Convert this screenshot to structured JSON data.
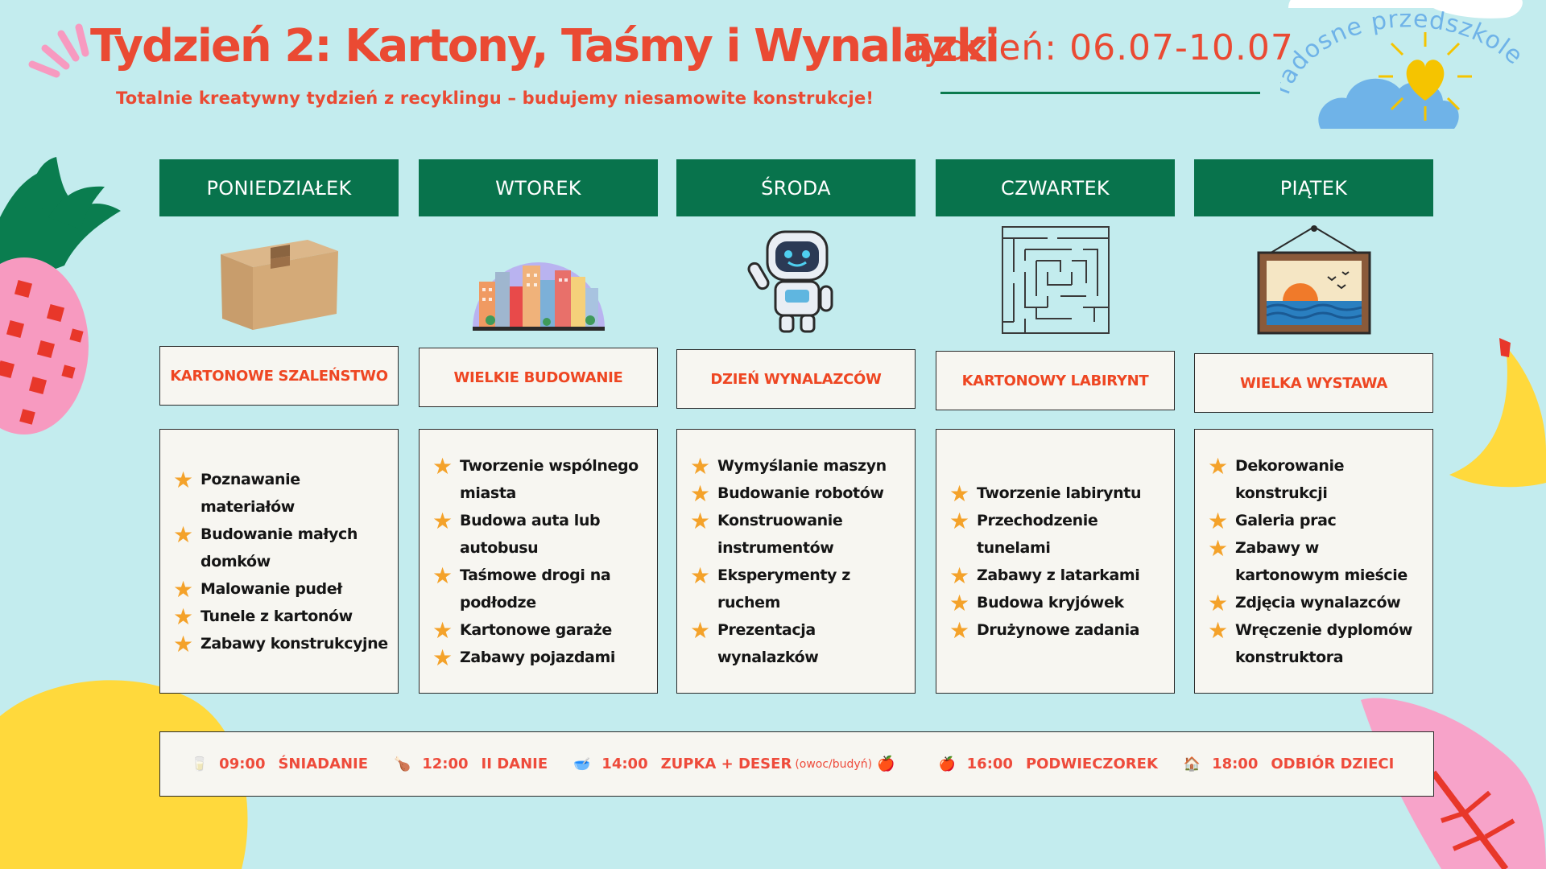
{
  "header": {
    "title": "Tydzień 2:  Kartony, Taśmy i Wynalazki",
    "subtitle": "Totalnie kreatywny tydzień z recyklingu – budujemy niesamowite konstrukcje!",
    "week_range": "Tydzień: 06.07-10.07",
    "brand": "radosne przedszkole"
  },
  "colors": {
    "background": "#c3ecee",
    "header_green": "#08734c",
    "accent_red": "#ea4a33",
    "star": "#f4a22a"
  },
  "days": [
    {
      "name": "PONIEDZIAŁEK",
      "illustration": "cardboard-box-icon",
      "theme": "KARTONOWE SZALEŃSTWO",
      "activities": [
        "Poznawanie materiałów",
        "Budowanie małych domków",
        "Malowanie pudeł",
        "Tunele z kartonów",
        "Zabawy konstrukcyjne"
      ]
    },
    {
      "name": "WTOREK",
      "illustration": "city-icon",
      "theme": "WIELKIE BUDOWANIE",
      "activities": [
        "Tworzenie wspólnego miasta",
        "Budowa auta lub autobusu",
        "Taśmowe drogi na podłodze",
        "Kartonowe garaże",
        "Zabawy pojazdami"
      ]
    },
    {
      "name": "ŚRODA",
      "illustration": "robot-icon",
      "theme": "DZIEŃ WYNALAZCÓW",
      "activities": [
        "Wymyślanie maszyn",
        "Budowanie robotów",
        "Konstruowanie instrumentów",
        "Eksperymenty z ruchem",
        "Prezentacja wynalazków"
      ]
    },
    {
      "name": "CZWARTEK",
      "illustration": "maze-icon",
      "theme": "KARTONOWY LABIRYNT",
      "activities": [
        "Tworzenie labiryntu",
        "Przechodzenie tunelami",
        "Zabawy z latarkami",
        "Budowa kryjówek",
        "Drużynowe zadania"
      ]
    },
    {
      "name": "PIĄTEK",
      "illustration": "framed-picture-icon",
      "theme": "WIELKA WYSTAWA",
      "activities": [
        "Dekorowanie konstrukcji",
        "Galeria prac",
        "Zabawy w kartonowym mieście",
        "Zdjęcia wynalazców",
        "Wręczenie dyplomów konstruktora"
      ]
    }
  ],
  "schedule": [
    {
      "icon": "glass-icon",
      "glyph": "🥛",
      "time": "09:00",
      "label": "ŚNIADANIE",
      "note": "",
      "trail": ""
    },
    {
      "icon": "drumstick-icon",
      "glyph": "🍗",
      "time": "12:00",
      "label": "II DANIE",
      "note": "",
      "trail": ""
    },
    {
      "icon": "soup-bowl-icon",
      "glyph": "🥣",
      "time": "14:00",
      "label": "ZUPKA + DESER",
      "note": "(owoc/budyń)",
      "trail": "🍎"
    },
    {
      "icon": "apple-icon",
      "glyph": "🍎",
      "time": "16:00",
      "label": "PODWIECZOREK",
      "note": "",
      "trail": ""
    },
    {
      "icon": "house-icon",
      "glyph": "🏠",
      "time": "18:00",
      "label": "ODBIÓR DZIECI",
      "note": "",
      "trail": ""
    }
  ]
}
